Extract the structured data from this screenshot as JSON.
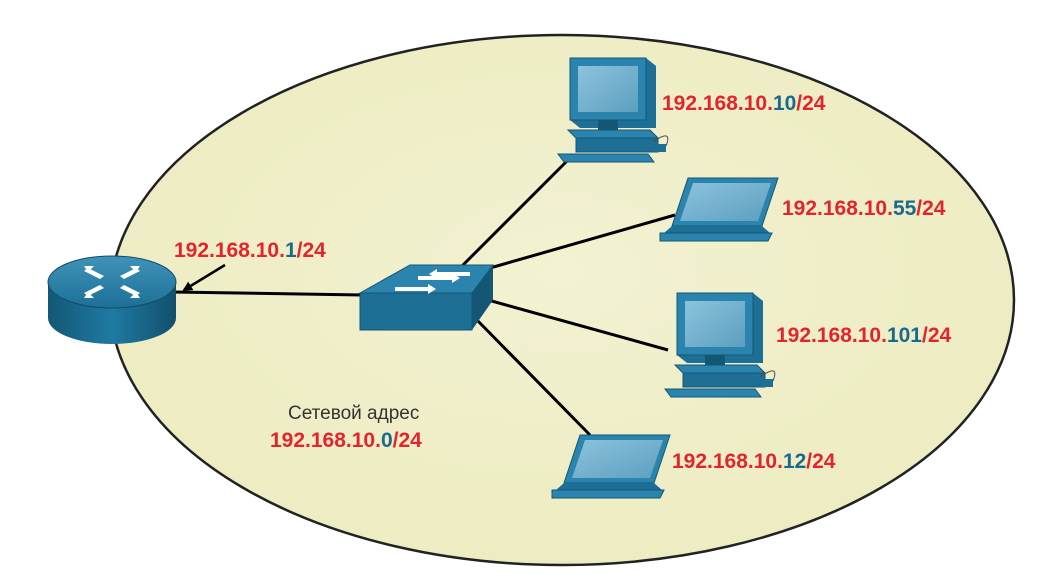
{
  "colors": {
    "network_part": "#e2252d",
    "host_part": "#1a6a8d",
    "ellipse_fill": "#f1f0c9",
    "device_blue": "#1b6f95"
  },
  "router": {
    "icon": "router-icon",
    "label": {
      "network": "192.168.10.",
      "host": "1",
      "prefix": "/24"
    }
  },
  "switch": {
    "icon": "switch-icon"
  },
  "hosts": [
    {
      "icon": "desktop-icon",
      "network": "192.168.10.",
      "host": "10",
      "prefix": "/24"
    },
    {
      "icon": "laptop-icon",
      "network": "192.168.10.",
      "host": "55",
      "prefix": "/24"
    },
    {
      "icon": "desktop-icon",
      "network": "192.168.10.",
      "host": "101",
      "prefix": "/24"
    },
    {
      "icon": "laptop-icon",
      "network": "192.168.10.",
      "host": "12",
      "prefix": "/24"
    }
  ],
  "network_address": {
    "caption": "Сетевой адрес",
    "network": "192.168.10.",
    "host": "0",
    "prefix": "/24"
  }
}
